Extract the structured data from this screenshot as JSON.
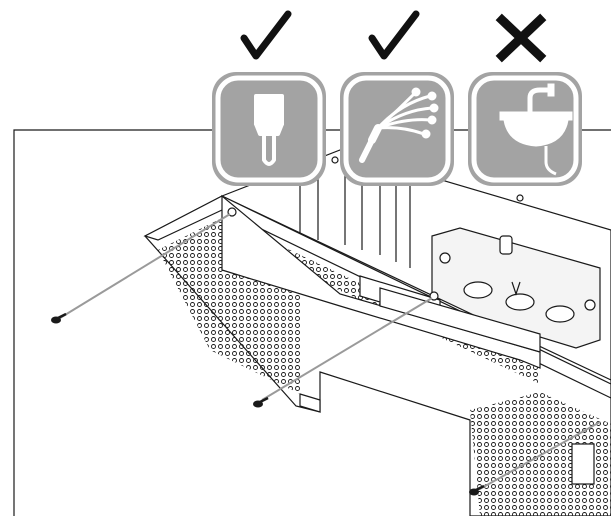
{
  "icons": [
    {
      "name": "brush-icon",
      "status": "allowed",
      "status_icon": "check-mark-icon"
    },
    {
      "name": "duster-icon",
      "status": "allowed",
      "status_icon": "check-mark-icon"
    },
    {
      "name": "sink-water-icon",
      "status": "not-allowed",
      "status_icon": "cross-mark-icon"
    }
  ],
  "colors": {
    "icon_bg": "#a3a3a3",
    "icon_border": "#ffffff",
    "line": "#1a1a1a",
    "panel_fill": "#ffffff",
    "leader_line": "#9a9a9a"
  }
}
